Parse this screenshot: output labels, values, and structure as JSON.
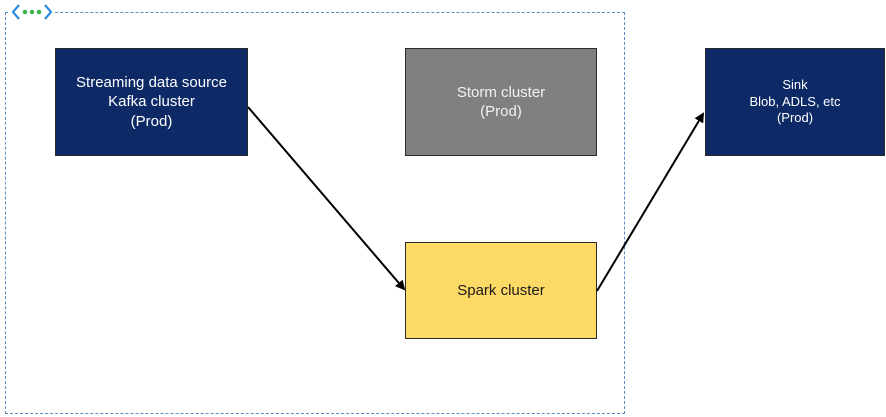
{
  "nodes": {
    "source": {
      "line1": "Streaming data source",
      "line2": "Kafka cluster",
      "line3": "(Prod)"
    },
    "storm": {
      "line1": "Storm cluster",
      "line2": "(Prod)"
    },
    "spark": {
      "line1": "Spark cluster"
    },
    "sink": {
      "line1": "Sink",
      "line2": "Blob, ADLS, etc",
      "line3": "(Prod)"
    }
  },
  "icons": {
    "boundary_icon": "virtual-network-icon"
  },
  "colors": {
    "kafka_fill": "#0d2a66",
    "storm_fill": "#808080",
    "spark_fill": "#fdd966",
    "sink_fill": "#0d2a66",
    "boundary_stroke": "#5b8bbf"
  }
}
